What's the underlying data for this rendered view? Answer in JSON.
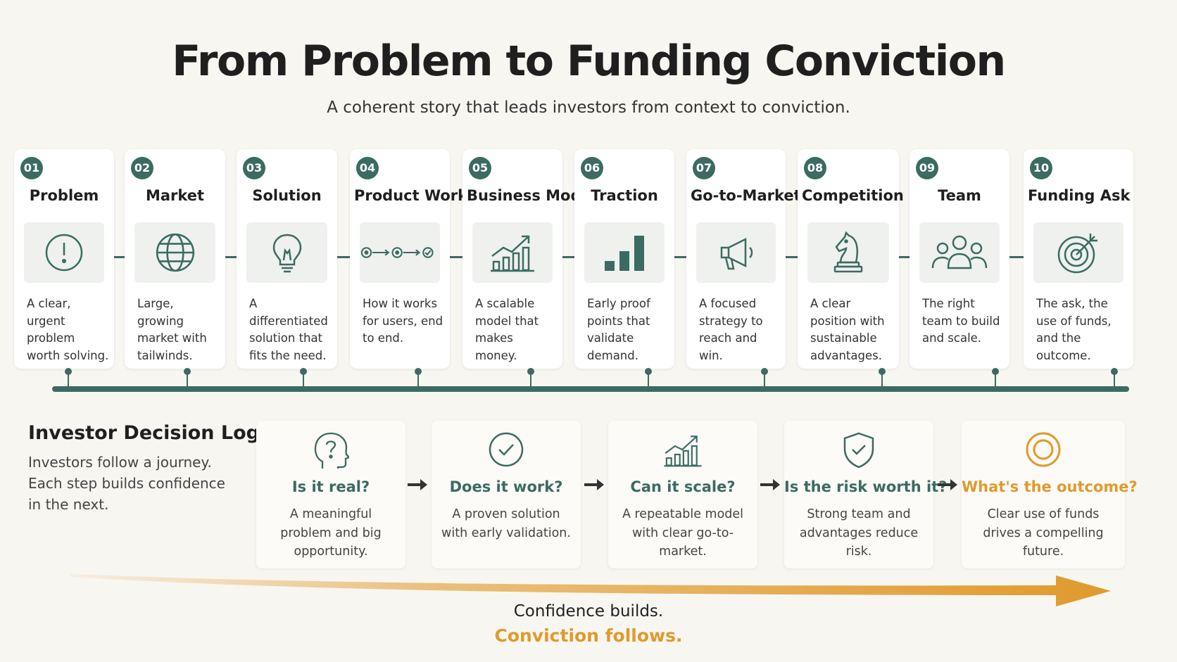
{
  "header": {
    "title": "From Problem to Funding Conviction",
    "subtitle": "A coherent story that leads investors from context to conviction."
  },
  "colors": {
    "teal": "#3b6b62",
    "accent": "#e09a2c",
    "background": "#f8f6f1"
  },
  "steps": [
    {
      "num": "01",
      "title": "Problem",
      "icon": "exclamation-circle-icon",
      "desc": "A clear, urgent problem worth solving."
    },
    {
      "num": "02",
      "title": "Market",
      "icon": "globe-icon",
      "desc": "Large, growing market with tailwinds."
    },
    {
      "num": "03",
      "title": "Solution",
      "icon": "lightbulb-icon",
      "desc": "A differentiated solution that fits the need."
    },
    {
      "num": "04",
      "title": "Product Workflow",
      "icon": "workflow-icon",
      "desc": "How it works for users, end to end."
    },
    {
      "num": "05",
      "title": "Business Model",
      "icon": "growth-chart-icon",
      "desc": "A scalable model that makes money."
    },
    {
      "num": "06",
      "title": "Traction",
      "icon": "bar-chart-icon",
      "desc": "Early proof points that validate demand."
    },
    {
      "num": "07",
      "title": "Go-to-Market",
      "icon": "megaphone-icon",
      "desc": "A focused strategy to reach and win."
    },
    {
      "num": "08",
      "title": "Competition",
      "icon": "chess-knight-icon",
      "desc": "A clear position with sustainable advantages."
    },
    {
      "num": "09",
      "title": "Team",
      "icon": "team-icon",
      "desc": "The right team to build and scale."
    },
    {
      "num": "10",
      "title": "Funding Ask",
      "icon": "target-icon",
      "desc": "The ask, the use of funds, and the outcome."
    }
  ],
  "logic": {
    "title": "Investor Decision Logic",
    "desc": "Investors follow a journey. Each step builds confidence in the next.",
    "questions": [
      {
        "title": "Is it real?",
        "icon": "head-question-icon",
        "desc": "A meaningful problem and big opportunity."
      },
      {
        "title": "Does it work?",
        "icon": "check-circle-icon",
        "desc": "A proven solution with early validation."
      },
      {
        "title": "Can it scale?",
        "icon": "growth-chart-icon",
        "desc": "A repeatable model with clear go-to-market."
      },
      {
        "title": "Is the risk worth it?",
        "icon": "shield-check-icon",
        "desc": "Strong team and advantages reduce risk."
      },
      {
        "title": "What's the outcome?",
        "icon": "target-ring-icon",
        "desc": "Clear use of funds drives a compelling future."
      }
    ]
  },
  "footer": {
    "line1": "Confidence builds.",
    "line2": "Conviction follows."
  }
}
